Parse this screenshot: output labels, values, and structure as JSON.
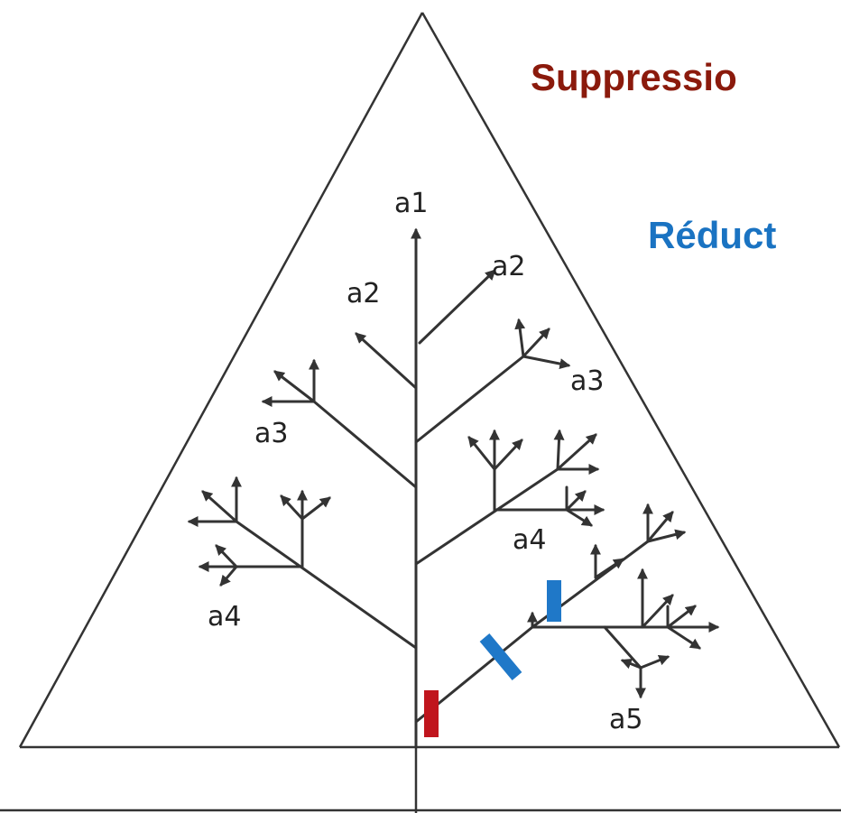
{
  "headings": {
    "suppression": "Suppressio",
    "reduction": "Réduct"
  },
  "labels": {
    "a1": "a1",
    "a2_left": "a2",
    "a2_right": "a2",
    "a3_left": "a3",
    "a3_right": "a3",
    "a4_left": "a4",
    "a4_right": "a4",
    "a5": "a5"
  },
  "colors": {
    "suppression": "#8b1a0c",
    "reduction": "#1a73c2",
    "cut_red": "#c0151d",
    "cut_blue": "#1f78c8",
    "line": "#333333"
  }
}
